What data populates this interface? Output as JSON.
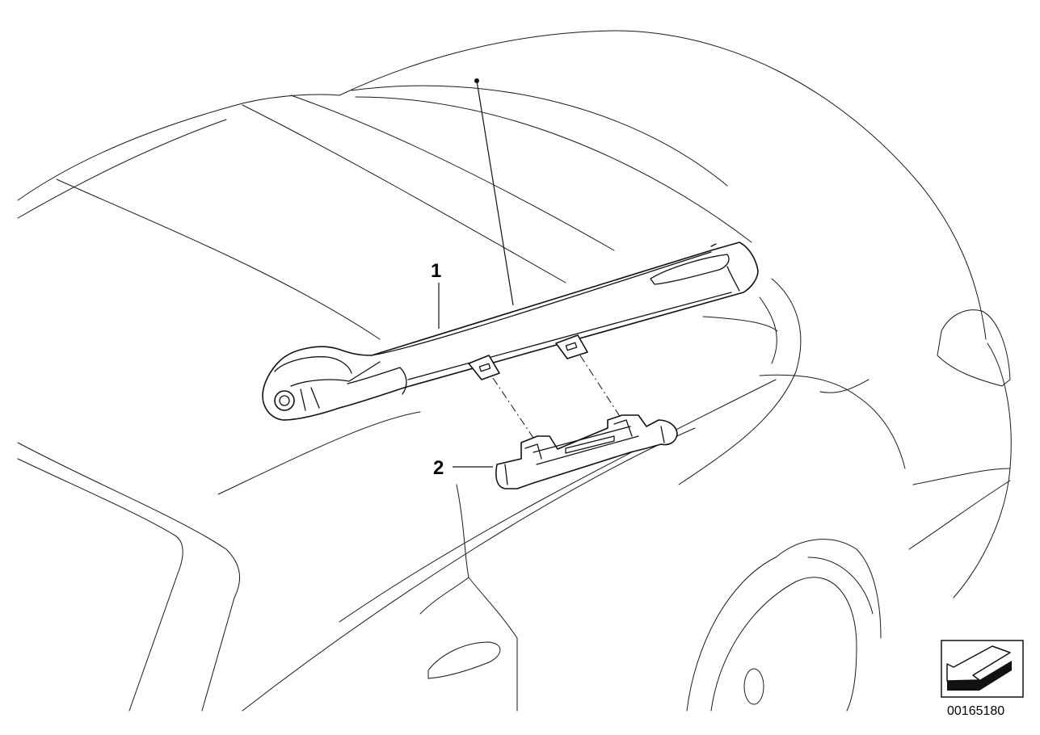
{
  "callouts": [
    {
      "id": "1",
      "label": "1"
    },
    {
      "id": "2",
      "label": "2"
    }
  ],
  "document_number": "00165180",
  "icons": {
    "orientation": "direction-arrow-icon"
  },
  "colors": {
    "line": "#111111",
    "background": "#ffffff"
  }
}
